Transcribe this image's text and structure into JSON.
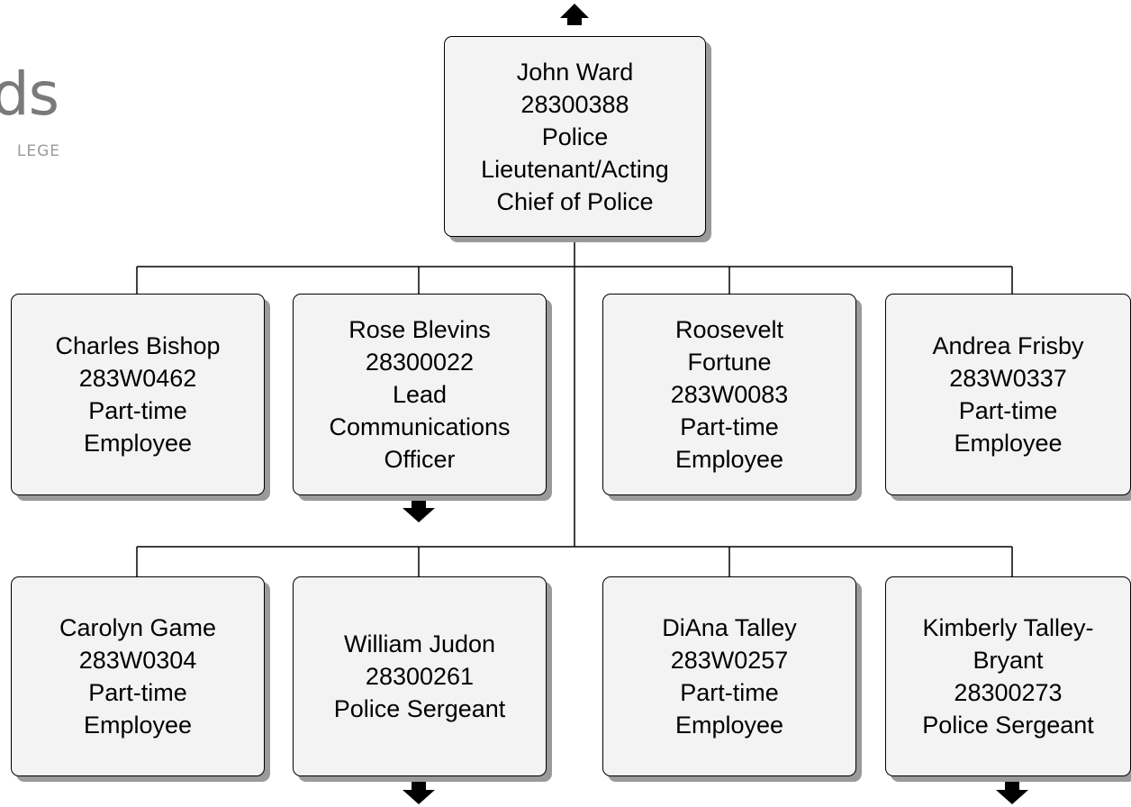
{
  "logo": {
    "text": "ds",
    "subtext": "LEGE"
  },
  "top": {
    "lines": [
      "John Ward",
      "28300388",
      "Police",
      "Lieutenant/Acting",
      "Chief of Police"
    ]
  },
  "row1": [
    {
      "lines": [
        "Charles Bishop",
        "283W0462",
        "Part-time",
        "Employee"
      ]
    },
    {
      "lines": [
        "Rose Blevins",
        "28300022",
        "Lead",
        "Communications",
        "Officer"
      ]
    },
    {
      "lines": [
        "Roosevelt",
        "Fortune",
        "283W0083",
        "Part-time",
        "Employee"
      ]
    },
    {
      "lines": [
        "Andrea Frisby",
        "283W0337",
        "Part-time",
        "Employee"
      ]
    }
  ],
  "row2": [
    {
      "lines": [
        "Carolyn Game",
        "283W0304",
        "Part-time",
        "Employee"
      ]
    },
    {
      "lines": [
        "William Judon",
        "28300261",
        "Police Sergeant"
      ]
    },
    {
      "lines": [
        "DiAna Talley",
        "283W0257",
        "Part-time",
        "Employee"
      ]
    },
    {
      "lines": [
        "Kimberly Talley-",
        "Bryant",
        "28300273",
        "Police Sergeant"
      ]
    }
  ]
}
